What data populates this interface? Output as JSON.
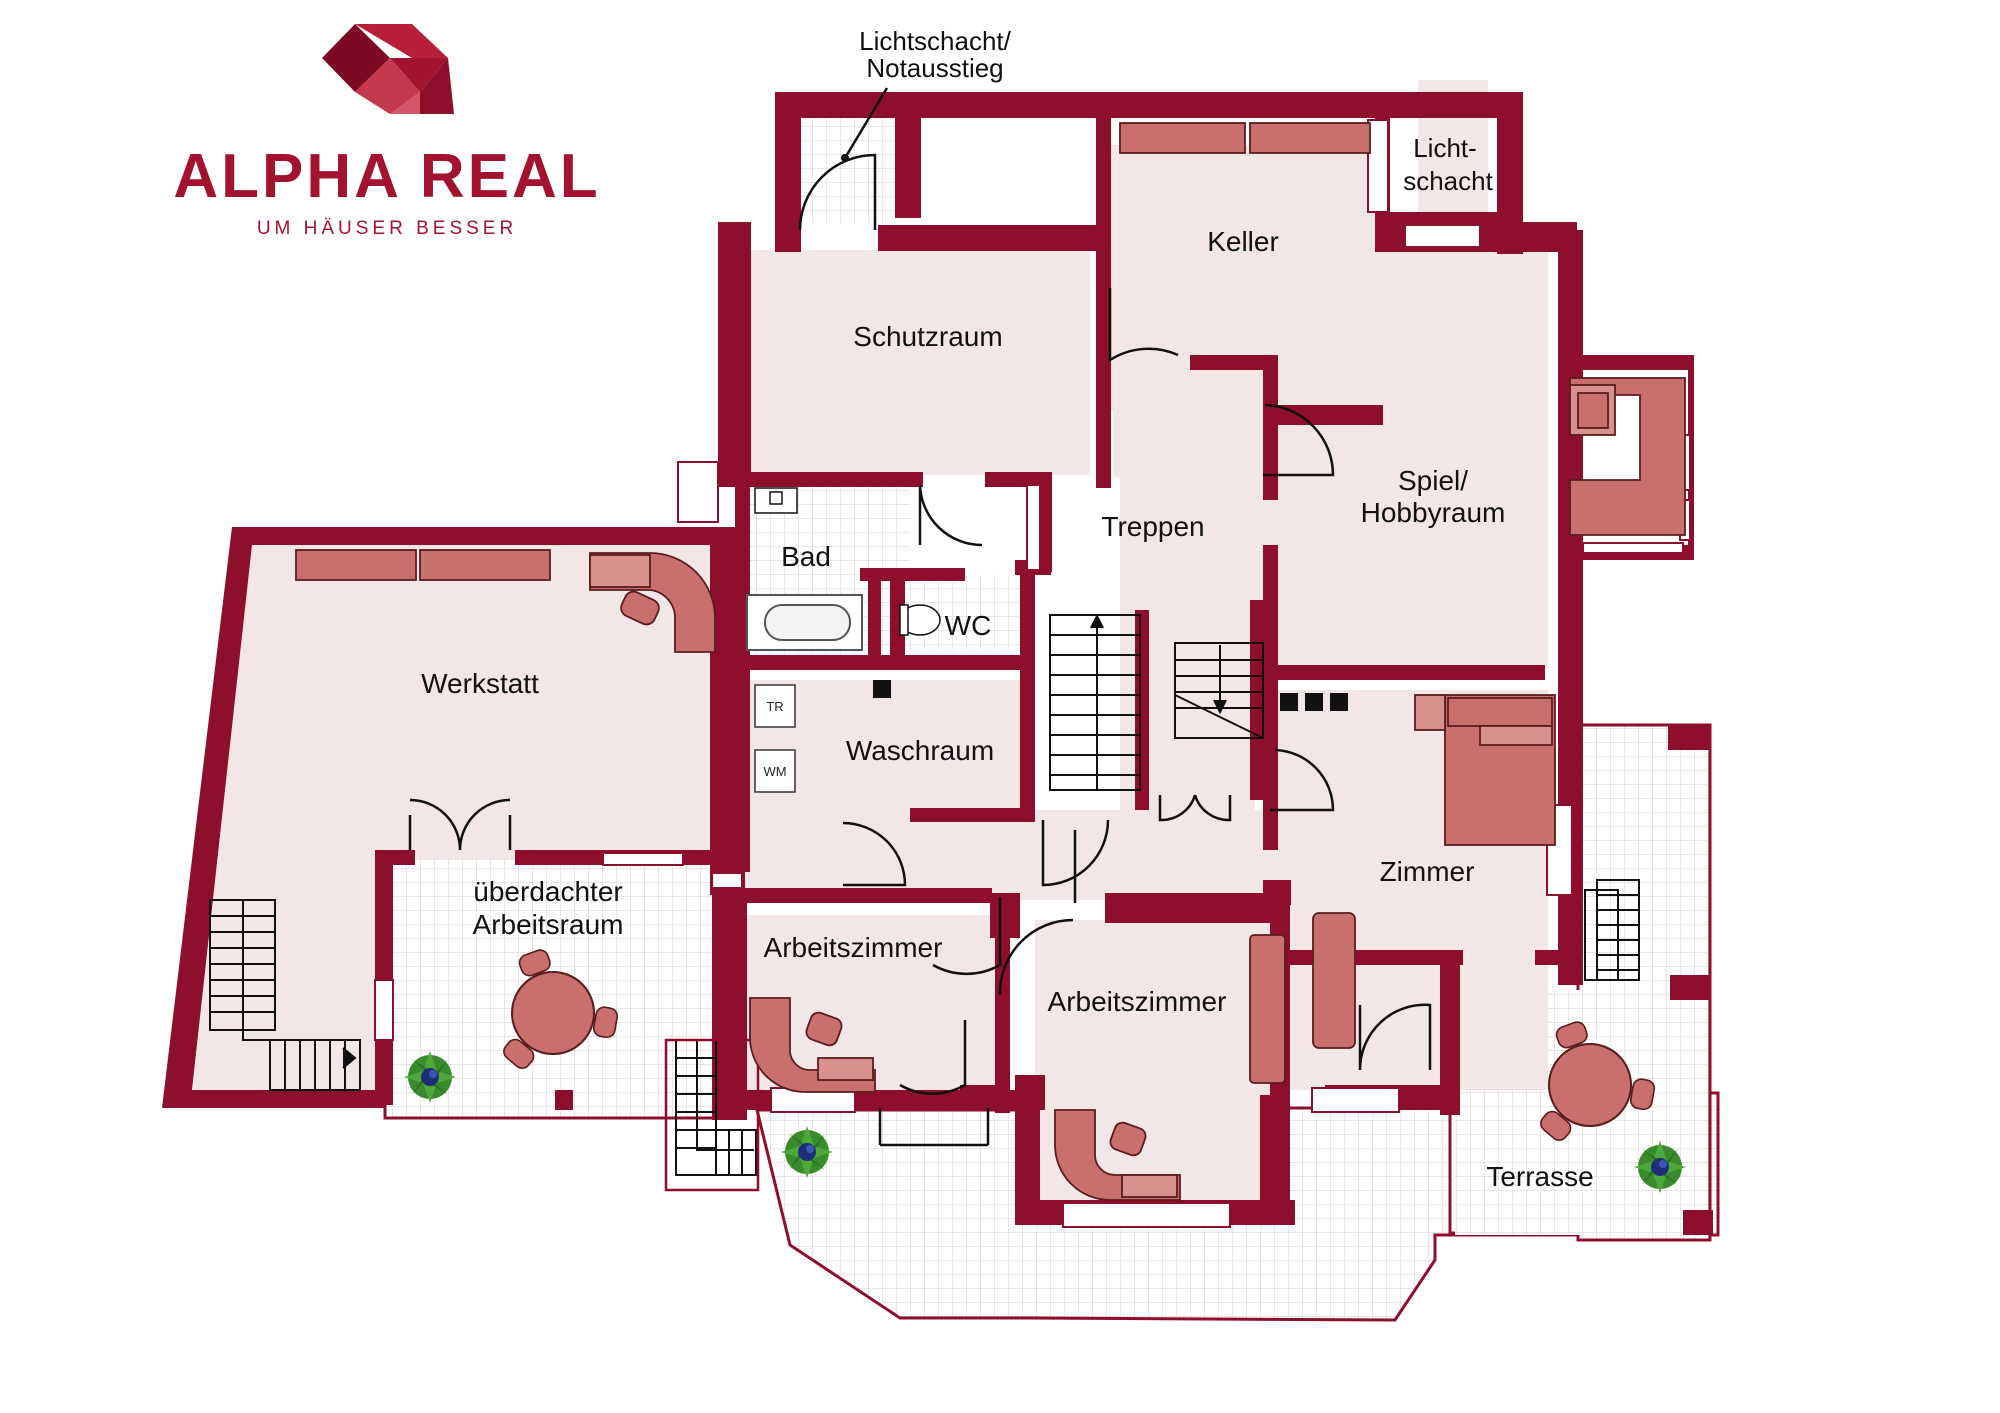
{
  "brand": {
    "name": "ALPHA REAL",
    "tagline": "UM HÄUSER BESSER",
    "color": "#A3122F"
  },
  "colors": {
    "wall": "#8E0F2C",
    "floor": "#F2E6E6",
    "furniture": "#C96F6E",
    "tile": "#DCD6D6"
  },
  "rooms": {
    "lichtschacht_notausstieg": [
      "Lichtschacht/",
      "Notausstieg"
    ],
    "lichtschacht": [
      "Licht-",
      "schacht"
    ],
    "schutzraum": "Schutzraum",
    "keller": "Keller",
    "bad": "Bad",
    "treppen": "Treppen",
    "spiel_hobbyraum": [
      "Spiel/",
      "Hobbyraum"
    ],
    "wc": "WC",
    "werkstatt": "Werkstatt",
    "waschraum": "Waschraum",
    "zimmer": "Zimmer",
    "ueberdachter_arbeitsraum": [
      "überdachter",
      "Arbeitsraum"
    ],
    "arbeitszimmer_1": "Arbeitszimmer",
    "arbeitszimmer_2": "Arbeitszimmer",
    "terrasse": "Terrasse"
  },
  "appliances": {
    "dryer": "TR",
    "washer": "WM"
  },
  "icons": {
    "logo": "alpha-real-diamond-logo",
    "plant": "potted-plant-icon",
    "table": "round-table-with-chairs-icon",
    "sofa": "corner-sofa-icon",
    "bed": "bed-icon",
    "bathtub": "bathtub-icon",
    "toilet": "toilet-icon",
    "sink": "sink-icon"
  }
}
